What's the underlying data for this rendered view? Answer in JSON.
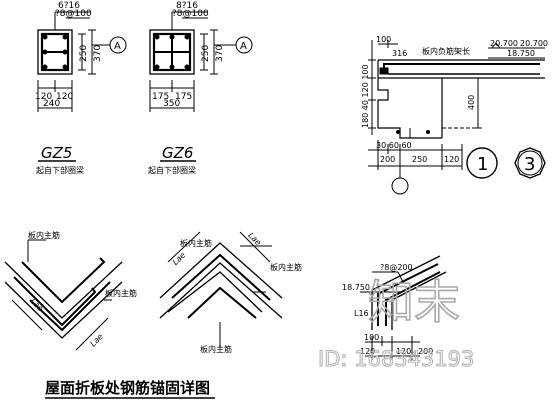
{
  "gz5": {
    "rebar_top": "6?16",
    "stirrup": "?8@100",
    "dim_h1": "250",
    "dim_h2": "370",
    "dim_w1": "120",
    "dim_w2": "120",
    "dim_total": "240",
    "axis": "A",
    "title": "GZ5",
    "note": "起自下部圈梁"
  },
  "gz6": {
    "rebar_top": "8?16",
    "stirrup": "?8@100",
    "dim_h1": "250",
    "dim_h2": "370",
    "dim_w1": "175",
    "dim_w2": "175",
    "dim_total": "350",
    "axis": "A",
    "title": "GZ6",
    "note": "起自下部圈梁"
  },
  "detail1": {
    "d100": "100",
    "d316": "316",
    "label_main": "板内负筋架长",
    "elev_a": "20.700",
    "elev_b": "20.700",
    "elev_c": "18.750",
    "v_stack": "180 40 120 100",
    "d400": "400",
    "d3060": "30 60 60",
    "d200": "200",
    "d250": "250",
    "d120": "120",
    "num_1": "1",
    "num_3": "3"
  },
  "fold": {
    "lae": "Lae",
    "lbl_main": "板内主筋",
    "lbl_top": "板内主筋",
    "lbl_bottom": "板内主筋"
  },
  "detail3": {
    "stirrup": "?8@200",
    "elev": "18.750",
    "l16": "L16",
    "d100": "100",
    "d120": "120",
    "d120b": "120",
    "d200": "200"
  },
  "title": "屋面折板处钢筋锚固详图",
  "watermark": {
    "brand": "知末",
    "id": "ID: 168343193"
  }
}
